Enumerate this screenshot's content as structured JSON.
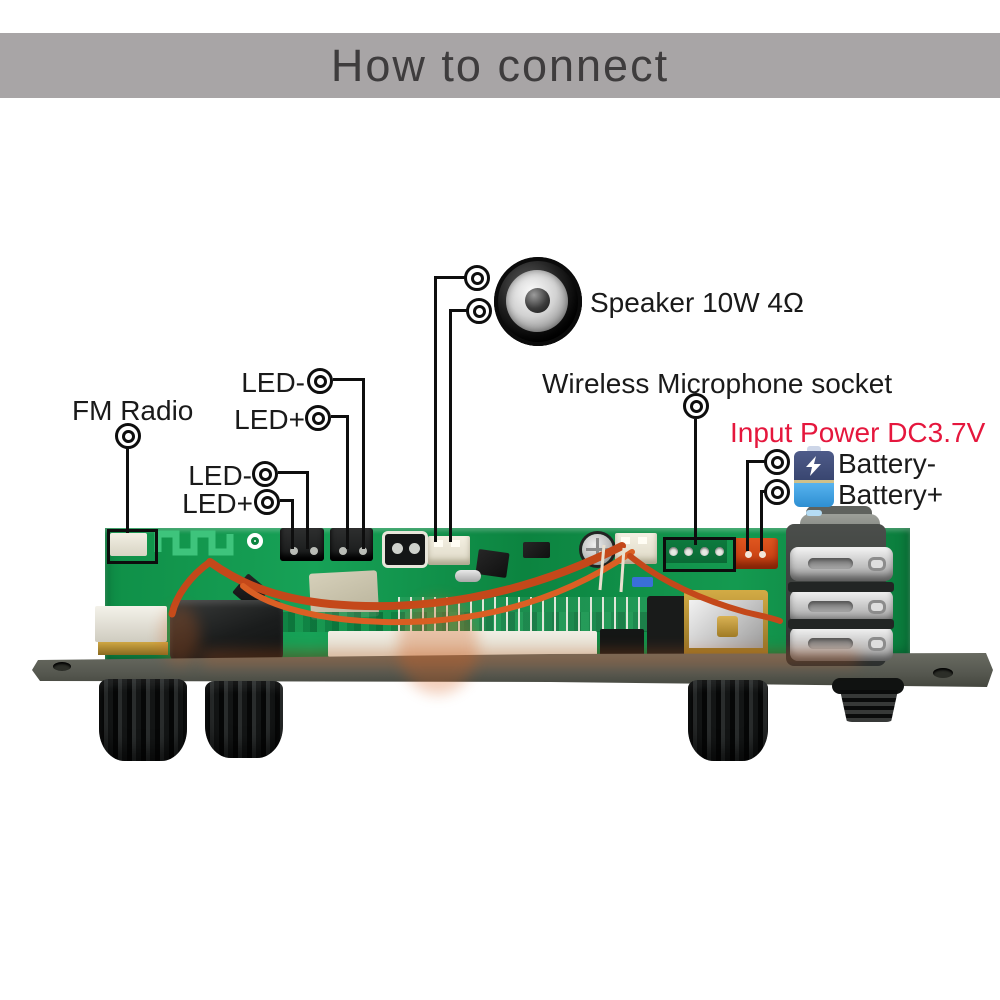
{
  "banner": {
    "title": "How to connect"
  },
  "callouts": {
    "speaker": {
      "label": "Speaker 10W 4Ω",
      "icon": "speaker-icon"
    },
    "wireless_mic": {
      "label": "Wireless Microphone socket"
    },
    "input_power": {
      "label": "Input Power DC3.7V"
    },
    "battery_minus": {
      "label": "Battery-",
      "icon": "battery-icon"
    },
    "battery_plus": {
      "label": "Battery+",
      "icon": "battery-icon"
    },
    "fm_radio": {
      "label": "FM Radio"
    },
    "led_minus_upper": {
      "label": "LED-"
    },
    "led_plus_upper": {
      "label": "LED+"
    },
    "led_minus_lower": {
      "label": "LED-"
    },
    "led_plus_lower": {
      "label": "LED+"
    }
  },
  "colors": {
    "banner_bg": "#a8a5a6",
    "banner_text": "#3e3c3d",
    "label_text": "#1a1a1a",
    "accent_red": "#e5173d",
    "line_black": "#0e0e0e",
    "pcb_green": "#12984d",
    "wire_orange": "#c8511b",
    "battery_navy": "#41507d",
    "battery_blue": "#3fa3e8",
    "plate_gray": "#565850"
  }
}
